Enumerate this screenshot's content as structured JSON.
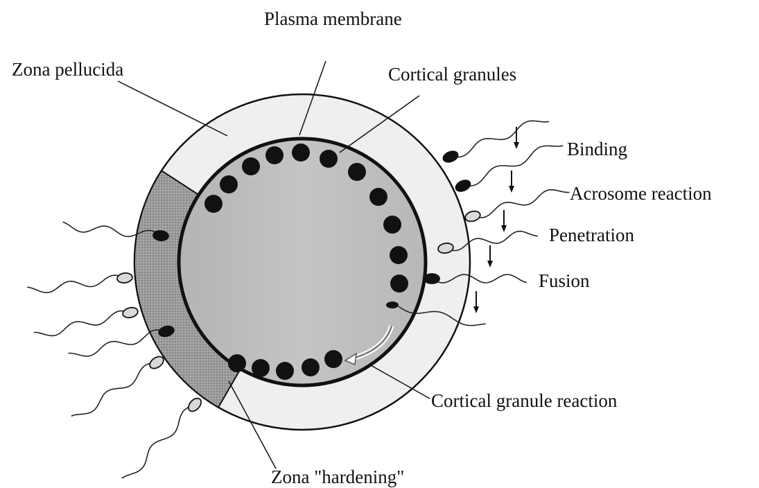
{
  "labels": {
    "plasma_membrane": "Plasma membrane",
    "zona_pellucida": "Zona pellucida",
    "cortical_granules": "Cortical granules",
    "binding": "Binding",
    "acrosome_reaction": "Acrosome reaction",
    "penetration": "Penetration",
    "fusion": "Fusion",
    "cortical_granule_reaction": "Cortical granule reaction",
    "zona_hardening": "Zona \"hardening\""
  },
  "colors": {
    "ink": "#111111",
    "zona_fill": "#eeeeee",
    "cytoplasm_fill": "#bdbdbd",
    "hardened_zona_fill": "#999999",
    "granule_fill": "#111111"
  }
}
